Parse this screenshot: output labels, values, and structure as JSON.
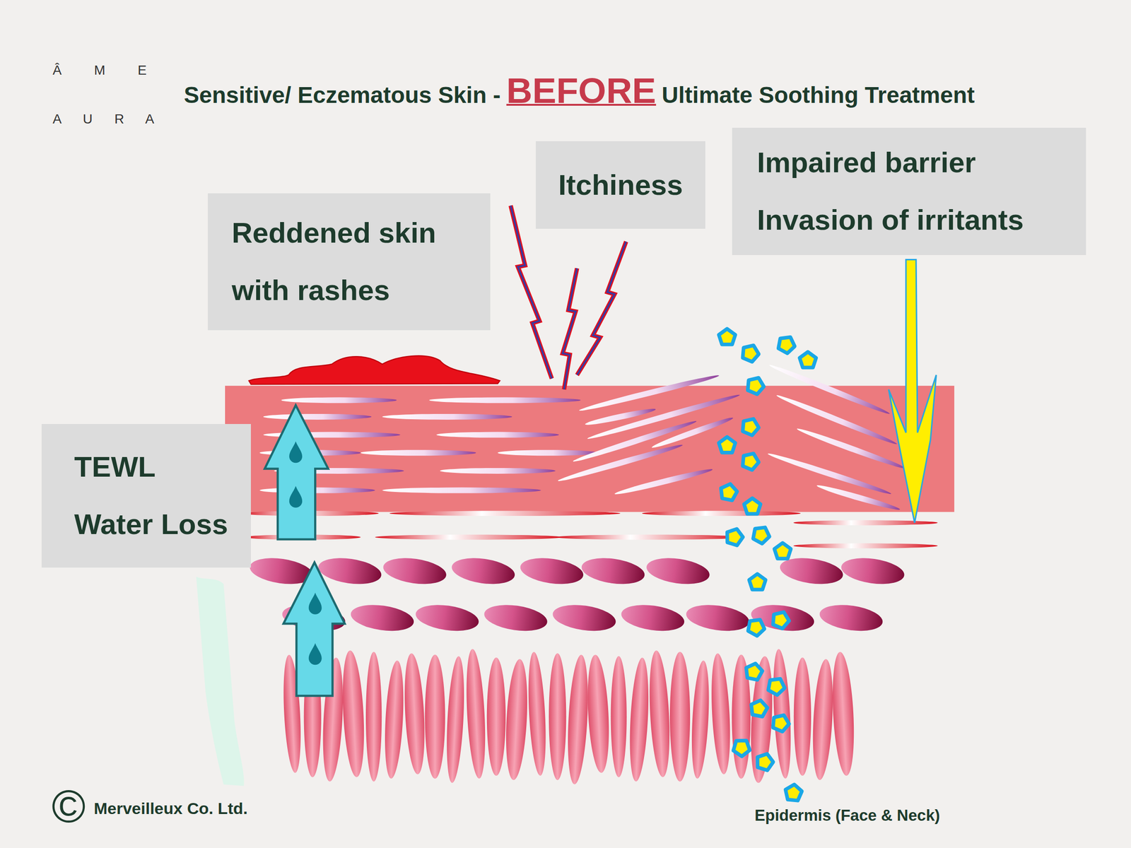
{
  "diagram": {
    "title": "Sensitive/ Eczematous Skin -",
    "nodes": [
      {
        "text": [
          "Reddened skin with rashes"
        ]
      },
      {
        "text": [
          "Itchiness"
        ]
      },
      {
        "text": [
          "Impaired barrier",
          "Invasion of irritants"
        ]
      },
      {
        "text": [
          "TEWL",
          "Water Loss"
        ]
      }
    ],
    "labels": [
      "Â M E",
      "A U R A",
      "BEFORE",
      "Ultimate Soothing Treatment",
      "©",
      "Merveilleux Co. Ltd.",
      "Epidermis (Face & Neck)"
    ]
  }
}
